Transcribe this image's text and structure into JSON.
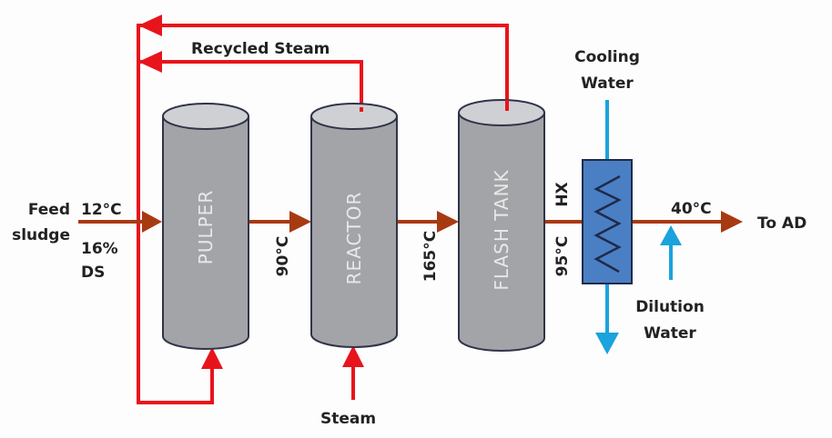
{
  "colors": {
    "steam": "#e8141c",
    "sludge": "#a83a12",
    "water": "#1aa3dc",
    "vessel": "#a3a4a8",
    "vessel_top": "#cfd0d4",
    "vessel_outline": "#30344a",
    "hx_fill": "#4a7fc4",
    "hx_outline": "#1f2a4a"
  },
  "feed": {
    "label_line1": "Feed",
    "label_line2": "sludge",
    "temp": "12°C",
    "solids_line1": "16%",
    "solids_line2": "DS"
  },
  "vessels": [
    {
      "id": "pulper",
      "label": "PULPER",
      "outlet_temp": "90°C"
    },
    {
      "id": "reactor",
      "label": "REACTOR",
      "outlet_temp": "165°C"
    },
    {
      "id": "flash-tank",
      "label": "FLASH TANK",
      "outlet_temp": "95°C"
    }
  ],
  "recycle": {
    "label": "Recycled Steam"
  },
  "steam_input": {
    "label": "Steam"
  },
  "heat_exchanger": {
    "label": "HX",
    "cooling_line1": "Cooling",
    "cooling_line2": "Water"
  },
  "dilution": {
    "label_line1": "Dilution",
    "label_line2": "Water"
  },
  "outlet": {
    "temp": "40°C",
    "label": "To AD"
  }
}
